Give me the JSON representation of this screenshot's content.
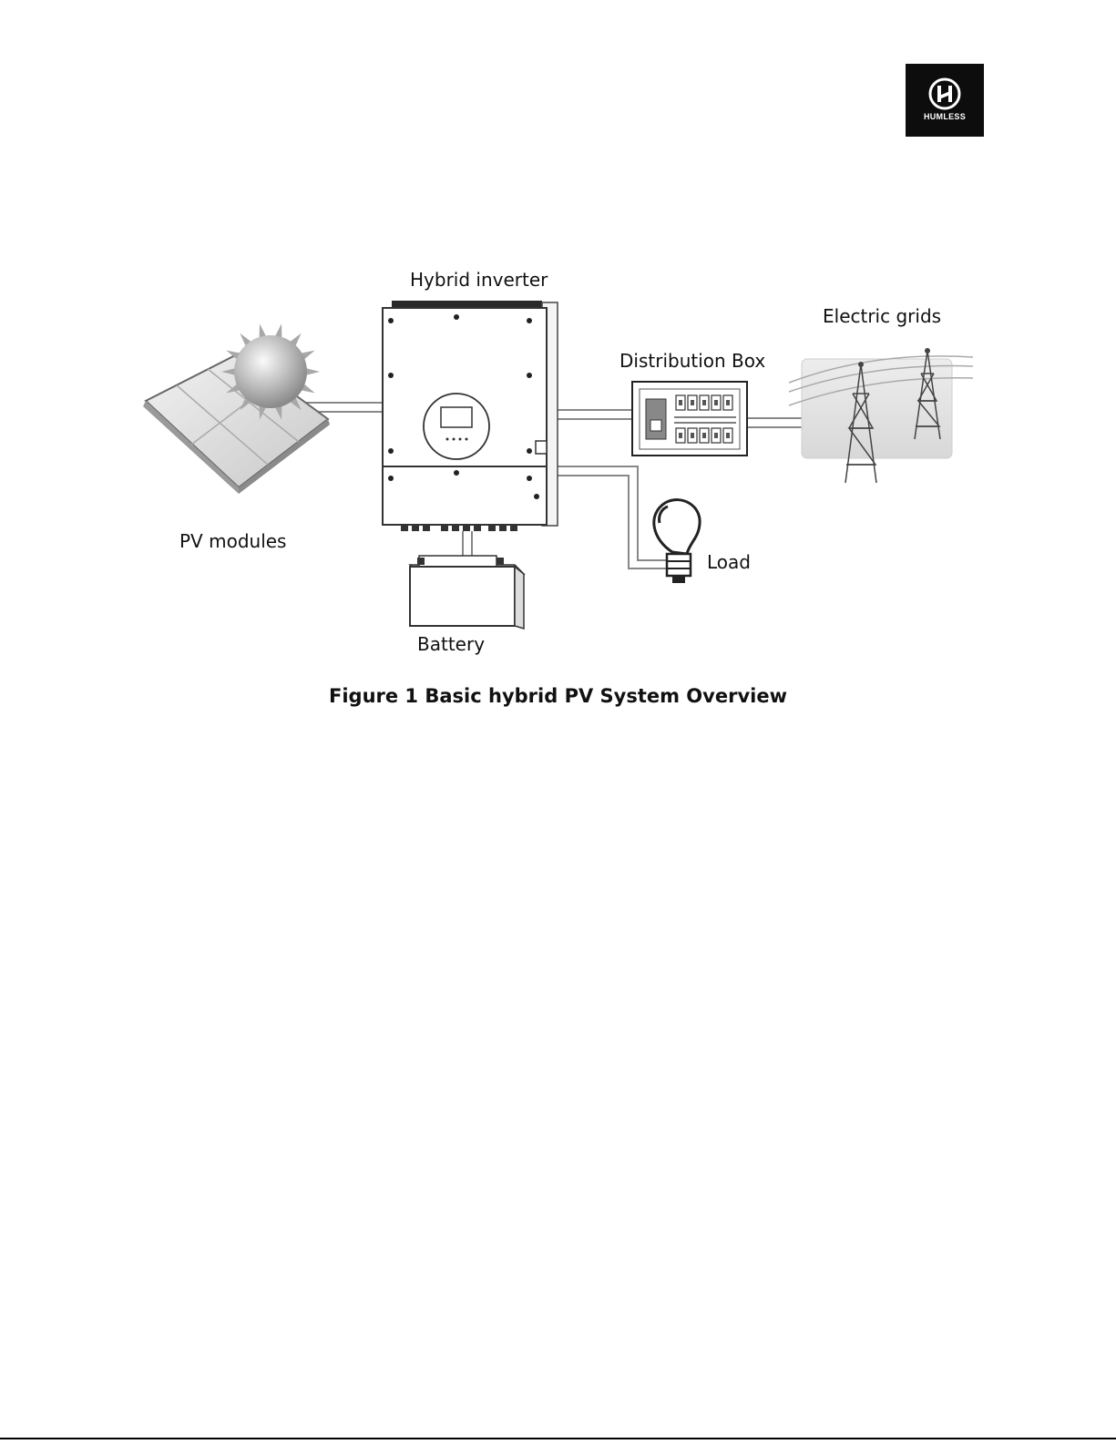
{
  "logo": {
    "text": "HUMLESS",
    "icon": "humless-h-logo"
  },
  "diagram": {
    "labels": {
      "inverter": "Hybrid inverter",
      "grid": "Electric grids",
      "distribution": "Distribution Box",
      "pv": "PV modules",
      "load": "Load",
      "battery": "Battery"
    }
  },
  "caption": "Figure 1 Basic hybrid PV System Overview"
}
